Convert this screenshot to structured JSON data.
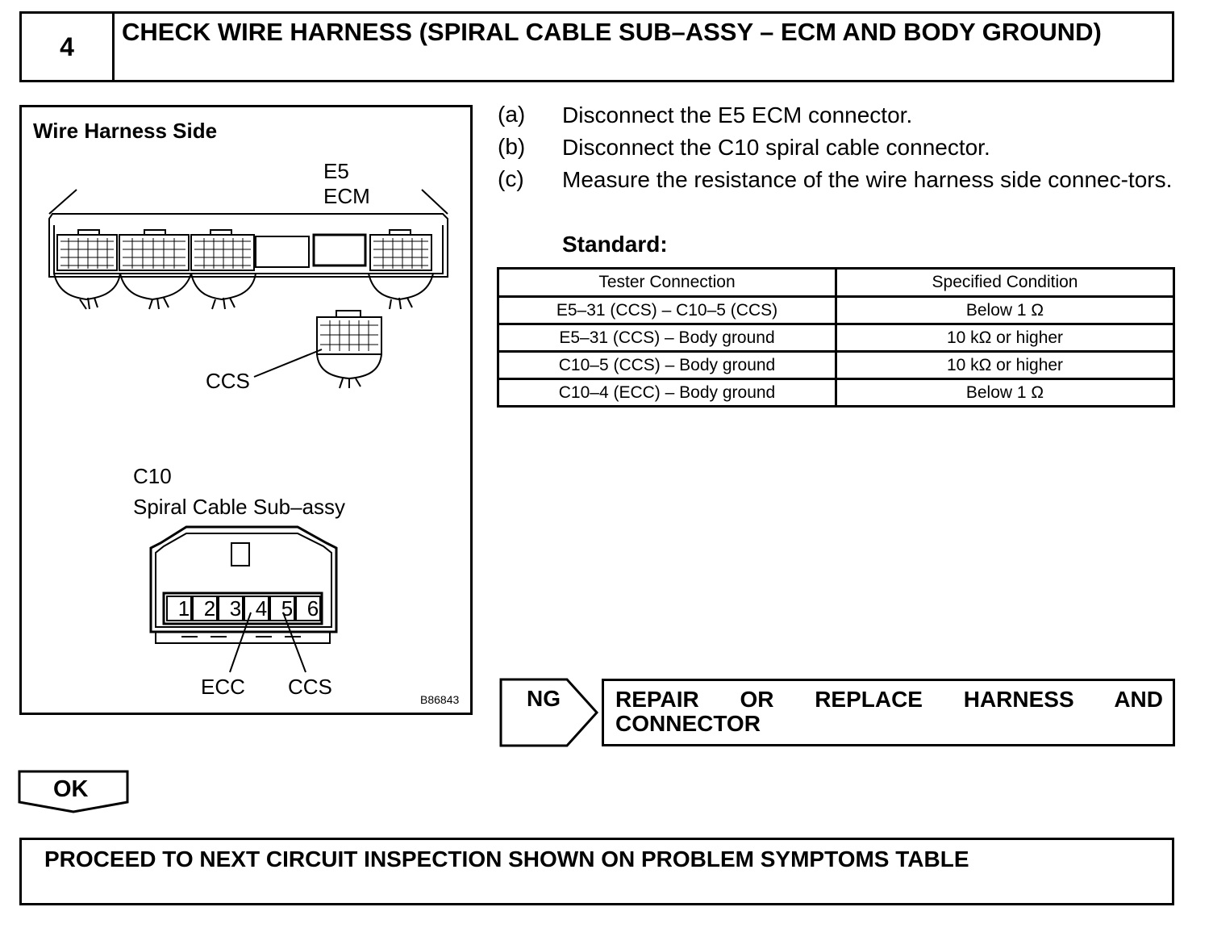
{
  "header": {
    "step_number": "4",
    "title": "CHECK WIRE HARNESS (SPIRAL CABLE SUB–ASSY – ECM AND BODY GROUND)"
  },
  "diagram": {
    "side_label": "Wire Harness Side",
    "ecm_code": "E5",
    "ecm_label": "ECM",
    "ccs_upper": "CCS",
    "spiral_code": "C10",
    "spiral_label": "Spiral Cable Sub–assy",
    "pins": [
      "1",
      "2",
      "3",
      "4",
      "5",
      "6"
    ],
    "ecc_label": "ECC",
    "ccs_lower": "CCS",
    "figure_id": "B86843"
  },
  "steps": [
    {
      "letter": "(a)",
      "text": "Disconnect the E5 ECM connector."
    },
    {
      "letter": "(b)",
      "text": "Disconnect the C10 spiral cable connector."
    },
    {
      "letter": "(c)",
      "text": "Measure the resistance of the wire harness side connec-tors."
    }
  ],
  "standard_label": "Standard:",
  "table": {
    "headers": [
      "Tester Connection",
      "Specified Condition"
    ],
    "rows": [
      [
        "E5–31 (CCS) – C10–5 (CCS)",
        "Below 1 Ω"
      ],
      [
        "E5–31 (CCS) – Body ground",
        "10 kΩ or higher"
      ],
      [
        "C10–5 (CCS) – Body ground",
        "10 kΩ or higher"
      ],
      [
        "C10–4 (ECC) – Body ground",
        "Below 1 Ω"
      ]
    ]
  },
  "ng": {
    "label": "NG",
    "action": "REPAIR OR REPLACE HARNESS AND CONNECTOR"
  },
  "ok": {
    "label": "OK"
  },
  "proceed": {
    "text": "PROCEED TO NEXT CIRCUIT INSPECTION SHOWN ON PROBLEM SYMPTOMS TABLE"
  }
}
